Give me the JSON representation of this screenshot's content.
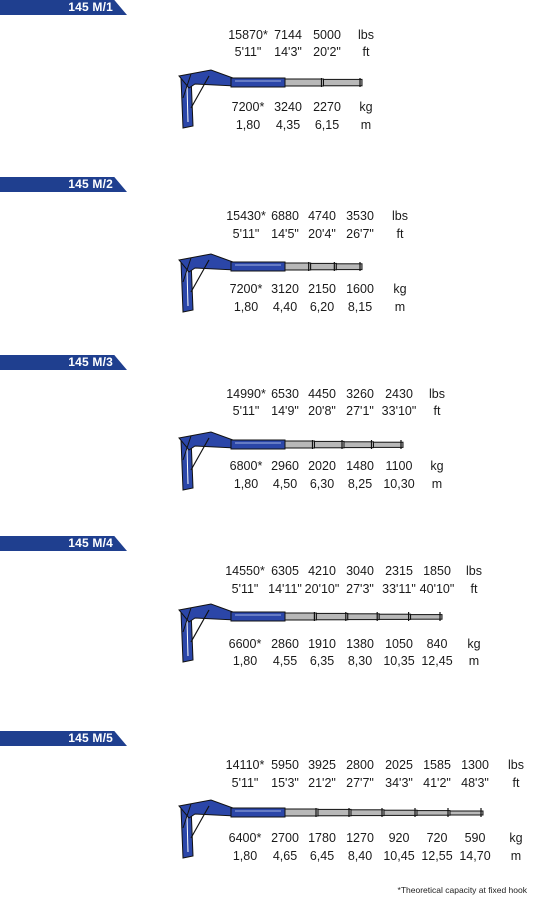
{
  "models": [
    {
      "label": "145 M/1",
      "lbs": [
        "15870*",
        "7144",
        "5000"
      ],
      "lbs_unit": "lbs",
      "ft": [
        "5'11\"",
        "14'3\"",
        "20'2\""
      ],
      "ft_unit": "ft",
      "kg": [
        "7200*",
        "3240",
        "2270"
      ],
      "kg_unit": "kg",
      "m": [
        "1,80",
        "4,35",
        "6,15"
      ],
      "m_unit": "m"
    },
    {
      "label": "145 M/2",
      "lbs": [
        "15430*",
        "6880",
        "4740",
        "3530"
      ],
      "lbs_unit": "lbs",
      "ft": [
        "5'11\"",
        "14'5\"",
        "20'4\"",
        "26'7\""
      ],
      "ft_unit": "ft",
      "kg": [
        "7200*",
        "3120",
        "2150",
        "1600"
      ],
      "kg_unit": "kg",
      "m": [
        "1,80",
        "4,40",
        "6,20",
        "8,15"
      ],
      "m_unit": "m"
    },
    {
      "label": "145 M/3",
      "lbs": [
        "14990*",
        "6530",
        "4450",
        "3260",
        "2430"
      ],
      "lbs_unit": "lbs",
      "ft": [
        "5'11\"",
        "14'9\"",
        "20'8\"",
        "27'1\"",
        "33'10\""
      ],
      "ft_unit": "ft",
      "kg": [
        "6800*",
        "2960",
        "2020",
        "1480",
        "1100"
      ],
      "kg_unit": "kg",
      "m": [
        "1,80",
        "4,50",
        "6,30",
        "8,25",
        "10,30"
      ],
      "m_unit": "m"
    },
    {
      "label": "145 M/4",
      "lbs": [
        "14550*",
        "6305",
        "4210",
        "3040",
        "2315",
        "1850"
      ],
      "lbs_unit": "lbs",
      "ft": [
        "5'11\"",
        "14'11\"",
        "20'10\"",
        "27'3\"",
        "33'11\"",
        "40'10\""
      ],
      "ft_unit": "ft",
      "kg": [
        "6600*",
        "2860",
        "1910",
        "1380",
        "1050",
        "840"
      ],
      "kg_unit": "kg",
      "m": [
        "1,80",
        "4,55",
        "6,35",
        "8,30",
        "10,35",
        "12,45"
      ],
      "m_unit": "m"
    },
    {
      "label": "145 M/5",
      "lbs": [
        "14110*",
        "5950",
        "3925",
        "2800",
        "2025",
        "1585",
        "1300"
      ],
      "lbs_unit": "lbs",
      "ft": [
        "5'11\"",
        "15'3\"",
        "21'2\"",
        "27'7\"",
        "34'3\"",
        "41'2\"",
        "48'3\""
      ],
      "ft_unit": "ft",
      "kg": [
        "6400*",
        "2700",
        "1780",
        "1270",
        "920",
        "720",
        "590"
      ],
      "kg_unit": "kg",
      "m": [
        "1,80",
        "4,65",
        "6,45",
        "8,40",
        "10,45",
        "12,55",
        "14,70"
      ],
      "m_unit": "m"
    }
  ],
  "footnote": "*Theoretical capacity at fixed hook",
  "colors": {
    "band": "#1f3f8f",
    "crane_blue": "#2b46a8",
    "extension_grey": "#b8b8b8"
  }
}
